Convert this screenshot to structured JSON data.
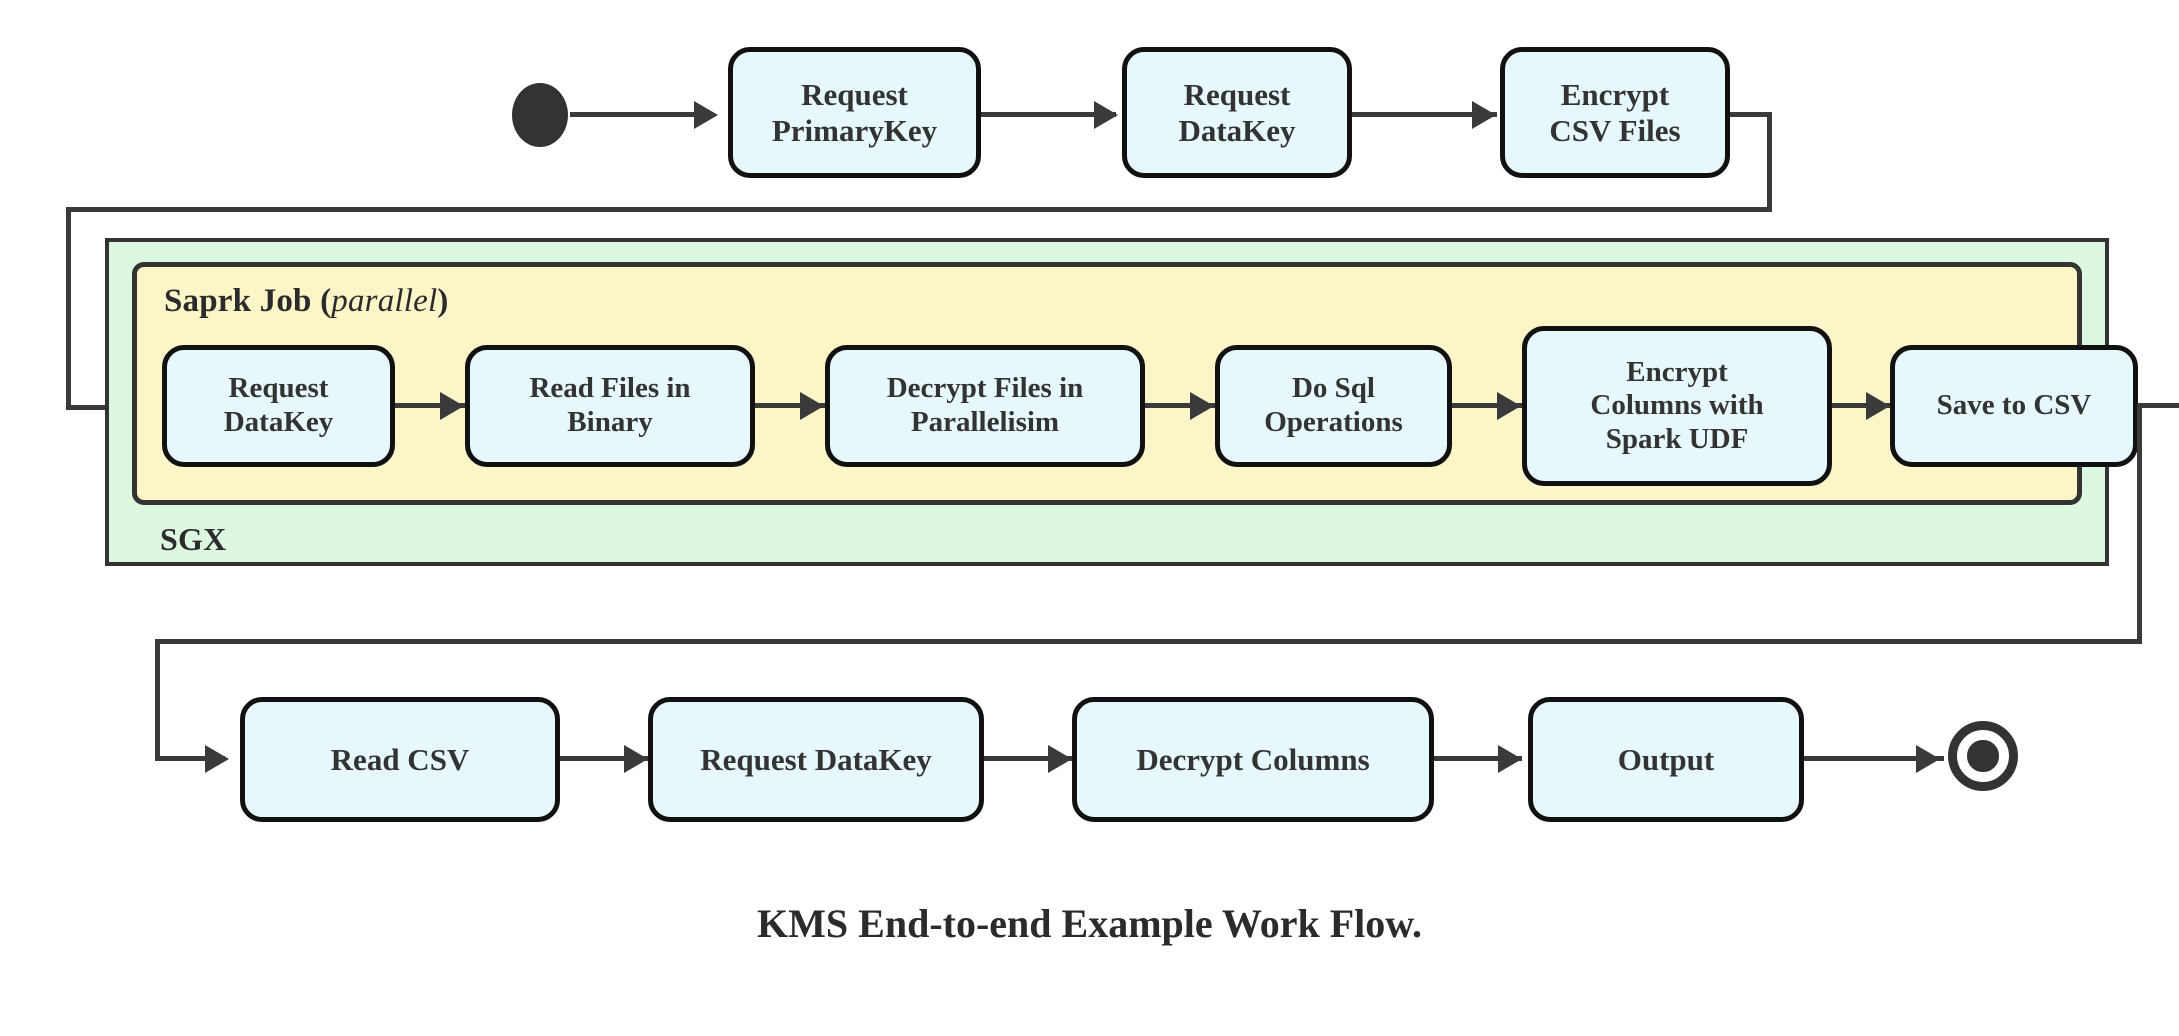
{
  "diagram": {
    "caption": "KMS End-to-end Example Work Flow.",
    "colors": {
      "node_fill": "#e7f8fc",
      "node_stroke": "#111111",
      "sgx_fill": "#ddf8e0",
      "spark_fill": "#fcf5c8",
      "edge": "#3a3a3a",
      "text": "#333333"
    },
    "containers": {
      "sgx": {
        "label": "SGX"
      },
      "spark": {
        "label": "Saprk Job",
        "modifier_open": "(",
        "modifier": "parallel",
        "modifier_close": ")"
      }
    },
    "markers": {
      "start": "start-node",
      "end": "end-node"
    },
    "rows": {
      "top": [
        {
          "id": "request-primarykey",
          "line1": "Request",
          "line2": "PrimaryKey"
        },
        {
          "id": "request-datakey-top",
          "line1": "Request",
          "line2": "DataKey"
        },
        {
          "id": "encrypt-csv-files",
          "line1": "Encrypt",
          "line2": "CSV Files"
        }
      ],
      "middle": [
        {
          "id": "request-datakey-spark",
          "line1": "Request",
          "line2": "DataKey",
          "line3": ""
        },
        {
          "id": "read-files-in-binary",
          "line1": "Read Files in",
          "line2": "Binary",
          "line3": ""
        },
        {
          "id": "decrypt-files-in-parallelisim",
          "line1": "Decrypt Files in",
          "line2": "Parallelisim",
          "line3": ""
        },
        {
          "id": "do-sql-operations",
          "line1": "Do Sql",
          "line2": "Operations",
          "line3": ""
        },
        {
          "id": "encrypt-columns-with-spark-udf",
          "line1": "Encrypt",
          "line2": "Columns with",
          "line3": "Spark UDF"
        },
        {
          "id": "save-to-csv",
          "line1": "Save to CSV",
          "line2": "",
          "line3": ""
        }
      ],
      "bottom": [
        {
          "id": "read-csv",
          "line1": "Read CSV",
          "line2": ""
        },
        {
          "id": "request-datakey-bottom",
          "line1": "Request DataKey",
          "line2": ""
        },
        {
          "id": "decrypt-columns",
          "line1": "Decrypt Columns",
          "line2": ""
        },
        {
          "id": "output",
          "line1": "Output",
          "line2": ""
        }
      ]
    }
  }
}
